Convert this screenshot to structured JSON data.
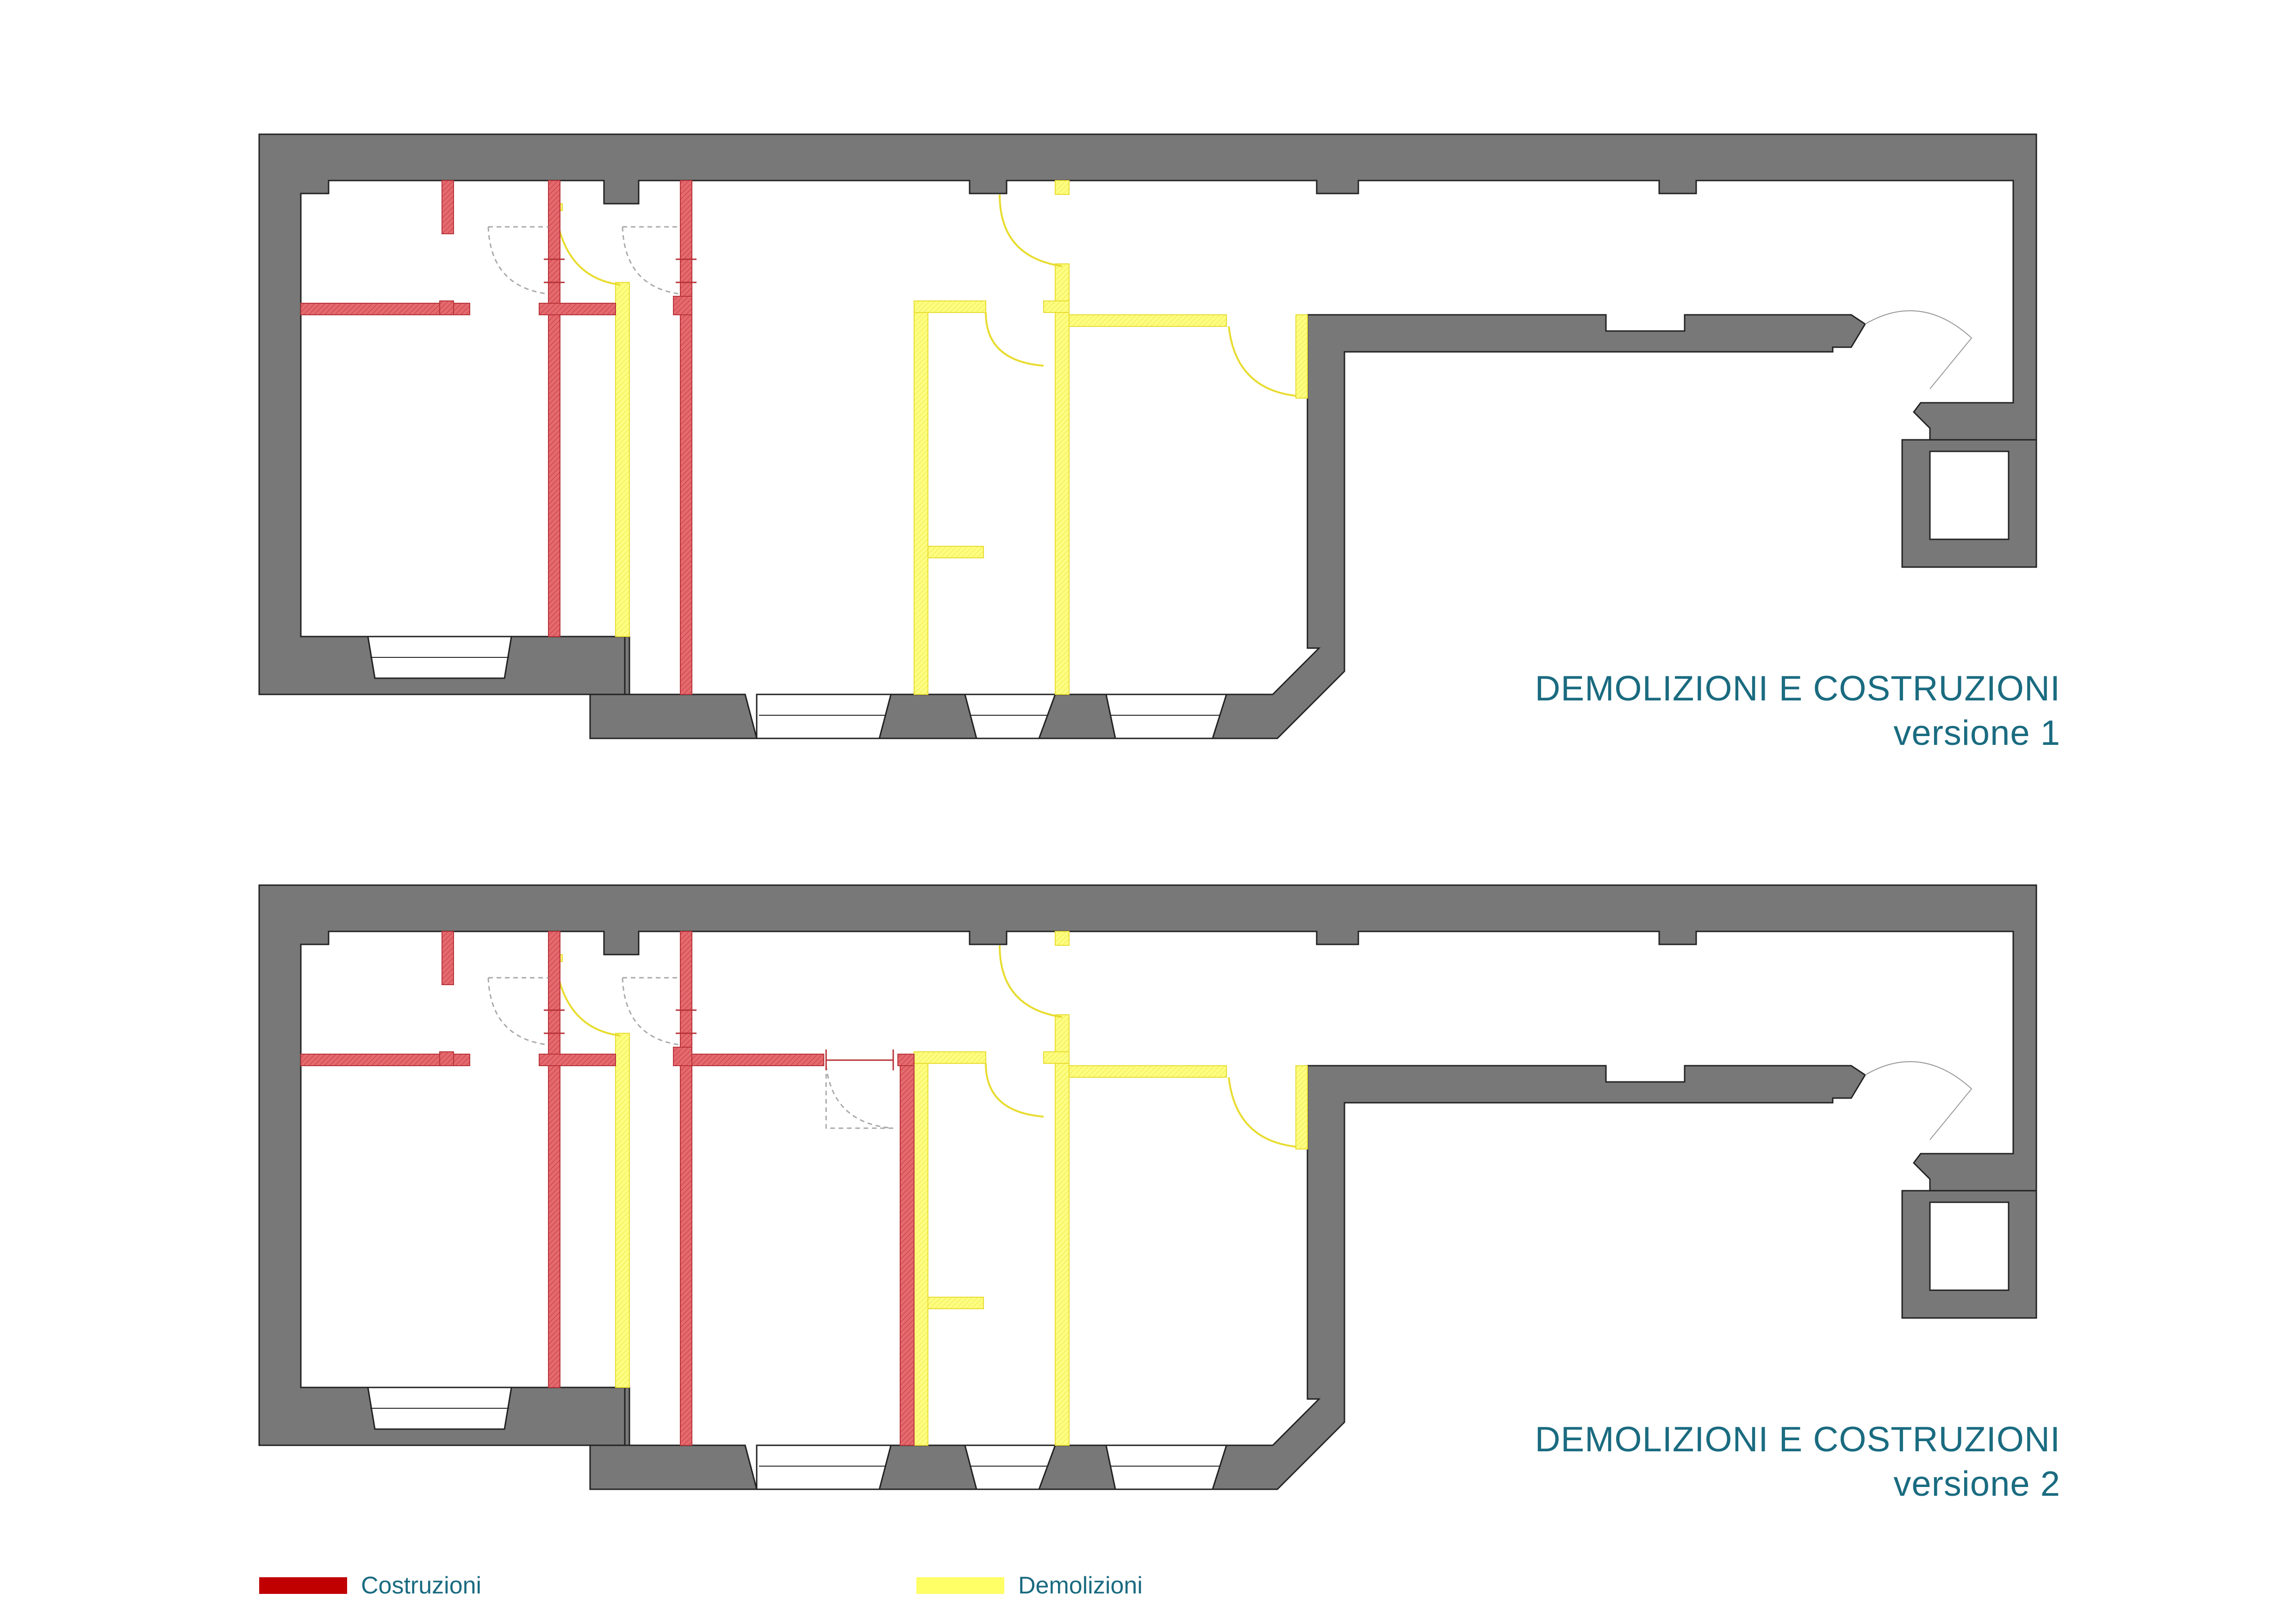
{
  "plans": [
    {
      "title_line1": "DEMOLIZIONI E COSTRUZIONI",
      "title_line2": "versione 1"
    },
    {
      "title_line1": "DEMOLIZIONI E COSTRUZIONI",
      "title_line2": "versione 2"
    }
  ],
  "legend": {
    "construction_label": "Costruzioni",
    "demolition_label": "Demolizioni"
  },
  "colors": {
    "existing_wall": "#787878",
    "construction": "#d9595f",
    "demolition": "#fdfd7a",
    "legend_construction": "#c00000",
    "legend_demolition": "#ffff66",
    "title": "#1a6b80"
  }
}
